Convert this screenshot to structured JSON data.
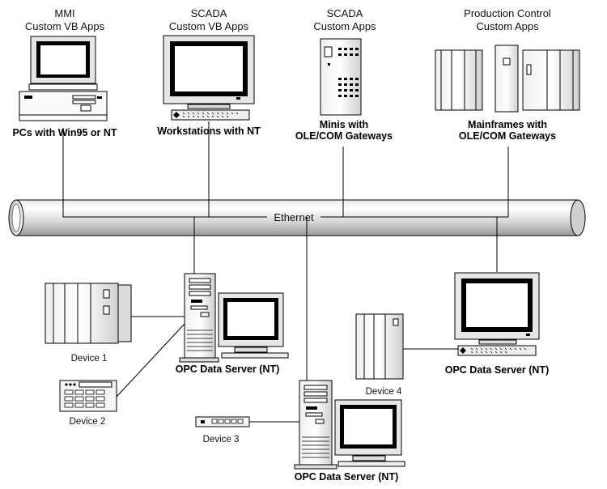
{
  "top_nodes": [
    {
      "title_1": "MMI",
      "title_2": "Custom VB Apps",
      "caption": "PCs with Win95 or NT"
    },
    {
      "title_1": "SCADA",
      "title_2": "Custom VB Apps",
      "caption": "Workstations with NT"
    },
    {
      "title_1": "SCADA",
      "title_2": "Custom Apps",
      "caption_1": "Minis with",
      "caption_2": "OLE/COM Gateways"
    },
    {
      "title_1": "Production Control",
      "title_2": "Custom Apps",
      "caption_1": "Mainframes with",
      "caption_2": "OLE/COM Gateways"
    }
  ],
  "network": {
    "label": "Ethernet"
  },
  "servers": [
    {
      "caption": "OPC Data Server (NT)"
    },
    {
      "caption": "OPC Data Server (NT)"
    },
    {
      "caption": "OPC Data Server (NT)"
    }
  ],
  "devices": [
    {
      "label": "Device 1"
    },
    {
      "label": "Device 2"
    },
    {
      "label": "Device 3"
    },
    {
      "label": "Device 4"
    }
  ]
}
